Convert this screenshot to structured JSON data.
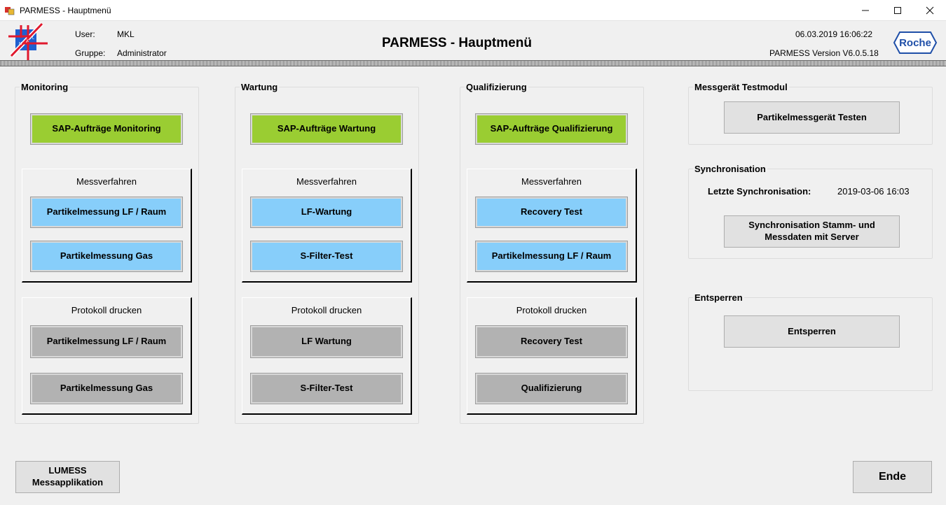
{
  "window": {
    "title": "PARMESS - Hauptmenü",
    "minimize": "—",
    "maximize": "☐",
    "close": "✕"
  },
  "header": {
    "user_label": "User:",
    "user_value": "MKL",
    "group_label": "Gruppe:",
    "group_value": "Administrator",
    "title": "PARMESS - Hauptmenü",
    "datetime": "06.03.2019 16:06:22",
    "version": "PARMESS Version V6.0.5.18",
    "brand": "Roche"
  },
  "monitoring": {
    "title": "Monitoring",
    "sap_button": "SAP-Aufträge Monitoring",
    "mess_title": "Messverfahren",
    "mess_buttons": [
      "Partikelmessung LF / Raum",
      "Partikelmessung Gas"
    ],
    "print_title": "Protokoll drucken",
    "print_buttons": [
      "Partikelmessung LF / Raum",
      "Partikelmessung Gas"
    ]
  },
  "wartung": {
    "title": "Wartung",
    "sap_button": "SAP-Aufträge Wartung",
    "mess_title": "Messverfahren",
    "mess_buttons": [
      "LF-Wartung",
      "S-Filter-Test"
    ],
    "print_title": "Protokoll drucken",
    "print_buttons": [
      "LF Wartung",
      "S-Filter-Test"
    ]
  },
  "qualifizierung": {
    "title": "Qualifizierung",
    "sap_button": "SAP-Aufträge Qualifizierung",
    "mess_title": "Messverfahren",
    "mess_buttons": [
      "Recovery Test",
      "Partikelmessung LF / Raum"
    ],
    "print_title": "Protokoll drucken",
    "print_buttons": [
      "Recovery Test",
      "Qualifizierung"
    ]
  },
  "testmodul": {
    "title": "Messgerät Testmodul",
    "button": "Partikelmessgerät Testen"
  },
  "sync": {
    "title": "Synchronisation",
    "last_label": "Letzte Synchronisation:",
    "last_value": "2019-03-06 16:03",
    "button_line1": "Synchronisation Stamm- und",
    "button_line2": "Messdaten mit Server"
  },
  "unlock": {
    "title": "Entsperren",
    "button": "Entsperren"
  },
  "footer": {
    "lumess_line1": "LUMESS",
    "lumess_line2": "Messapplikation",
    "exit": "Ende"
  },
  "colors": {
    "green": "#9acd32",
    "blue": "#87cefa",
    "gray": "#b2b2b2",
    "logo_blue": "#1e5fd0",
    "logo_red": "#e0192d"
  }
}
